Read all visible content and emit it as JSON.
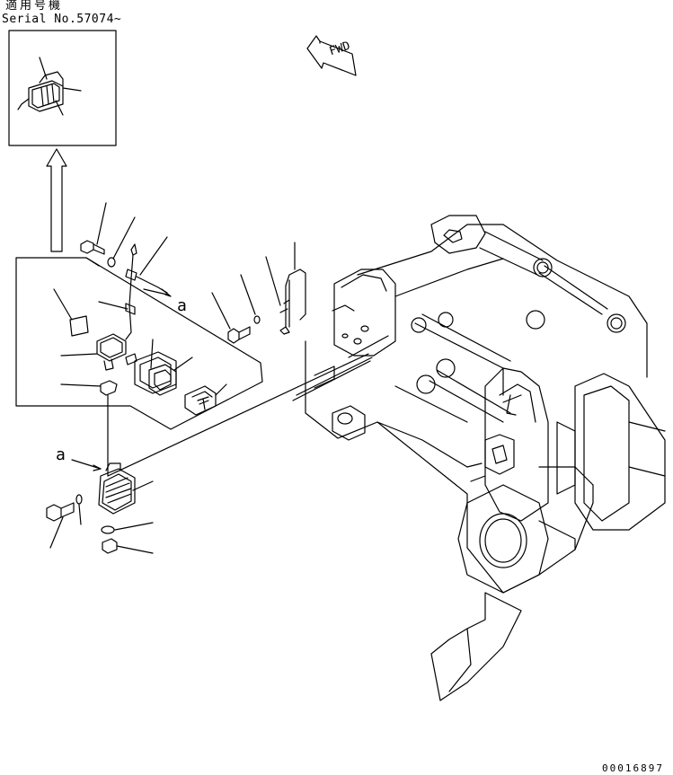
{
  "header": {
    "applicability_label": "適用号機",
    "serial_label": "Serial No.57074~"
  },
  "direction_arrow": {
    "label": "FWD"
  },
  "callouts": {
    "ref_a_upper": "a",
    "ref_a_lower": "a"
  },
  "footer": {
    "catalog_number": "00016897"
  },
  "colors": {
    "line": "#000000",
    "background": "#ffffff"
  }
}
